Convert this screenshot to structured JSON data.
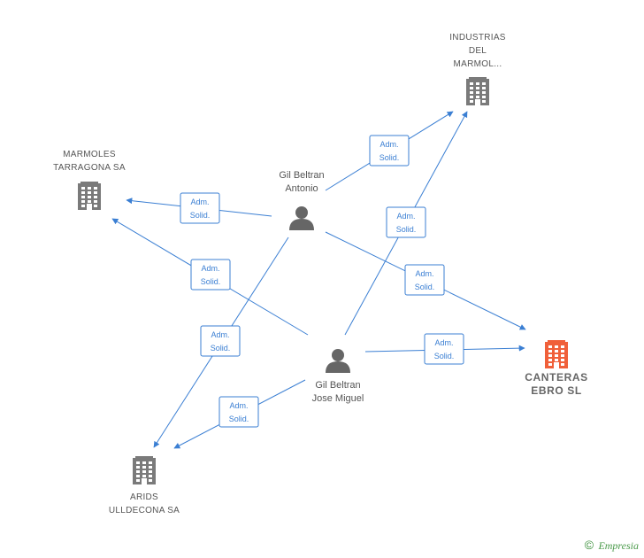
{
  "colors": {
    "edge": "#3b7fd3",
    "company": "#7a7a7a",
    "focus_company": "#f0603a",
    "person": "#666666",
    "brand": "#3a8f3a"
  },
  "nodes": {
    "industrias": {
      "lines": [
        "INDUSTRIAS",
        "DEL",
        "MARMOL..."
      ],
      "kind": "company",
      "icon": "building-icon"
    },
    "marmoles": {
      "lines": [
        "MARMOLES",
        "TARRAGONA SA"
      ],
      "kind": "company",
      "icon": "building-icon"
    },
    "canteras": {
      "lines": [
        "CANTERAS",
        "EBRO SL"
      ],
      "kind": "focus",
      "icon": "building-icon"
    },
    "arids": {
      "lines": [
        "ARIDS",
        "ULLDECONA SA"
      ],
      "kind": "company",
      "icon": "building-icon"
    },
    "antonio": {
      "lines": [
        "Gil Beltran",
        "Antonio"
      ],
      "kind": "person",
      "icon": "person-icon"
    },
    "josemiguel": {
      "lines": [
        "Gil Beltran",
        "Jose Miguel"
      ],
      "kind": "person",
      "icon": "person-icon"
    }
  },
  "edges": [
    {
      "from": "antonio",
      "to": "industrias",
      "role": [
        "Adm.",
        "Solid."
      ]
    },
    {
      "from": "antonio",
      "to": "marmoles",
      "role": [
        "Adm.",
        "Solid."
      ]
    },
    {
      "from": "josemiguel",
      "to": "marmoles",
      "role": [
        "Adm.",
        "Solid."
      ]
    },
    {
      "from": "josemiguel",
      "to": "industrias",
      "role": [
        "Adm.",
        "Solid."
      ]
    },
    {
      "from": "antonio",
      "to": "canteras",
      "role": [
        "Adm.",
        "Solid."
      ]
    },
    {
      "from": "antonio",
      "to": "arids",
      "role": [
        "Adm.",
        "Solid."
      ]
    },
    {
      "from": "josemiguel",
      "to": "canteras",
      "role": [
        "Adm.",
        "Solid."
      ]
    },
    {
      "from": "josemiguel",
      "to": "arids",
      "role": [
        "Adm.",
        "Solid."
      ]
    }
  ],
  "footer": {
    "copyright_symbol": "©",
    "brand": "Empresia"
  }
}
